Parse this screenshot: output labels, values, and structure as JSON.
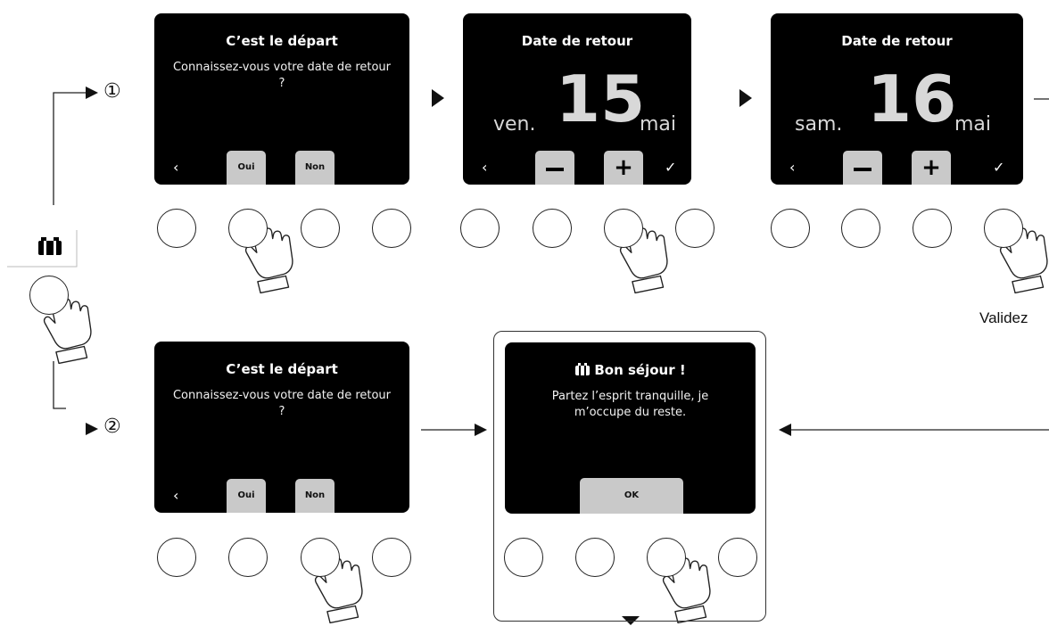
{
  "steps": {
    "one": "①",
    "two": "②"
  },
  "screen_departure_1": {
    "title": "C’est le départ",
    "text": "Connaissez-vous votre date de retour ?",
    "btn_yes": "Oui",
    "btn_no": "Non",
    "back": "‹"
  },
  "screen_date_1": {
    "title": "Date de retour",
    "day": "ven.",
    "number": "15",
    "month": "mai",
    "back": "‹",
    "minus": "−",
    "plus": "+",
    "confirm": "✓"
  },
  "screen_date_2": {
    "title": "Date de retour",
    "day": "sam.",
    "number": "16",
    "month": "mai",
    "back": "‹",
    "minus": "−",
    "plus": "+",
    "confirm": "✓"
  },
  "screen_departure_2": {
    "title": "C’est le départ",
    "text": "Connaissez-vous votre date de retour ?",
    "btn_yes": "Oui",
    "btn_no": "Non",
    "back": "‹"
  },
  "screen_final": {
    "title": "Bon séjour !",
    "text": "Partez l’esprit tranquille, je m’occupe du reste.",
    "ok": "OK"
  },
  "validate_label": "Validez",
  "icons": [
    "suitcase-icon",
    "hand-pointer-icon",
    "arrow-right-icon",
    "arrow-left-icon",
    "chevron-left-icon",
    "checkmark-icon",
    "minus-icon",
    "plus-icon"
  ],
  "colors": {
    "screen": "#000000",
    "soft_button": "#c9c9c9",
    "number": "#d8d8d8",
    "line": "#222222"
  }
}
